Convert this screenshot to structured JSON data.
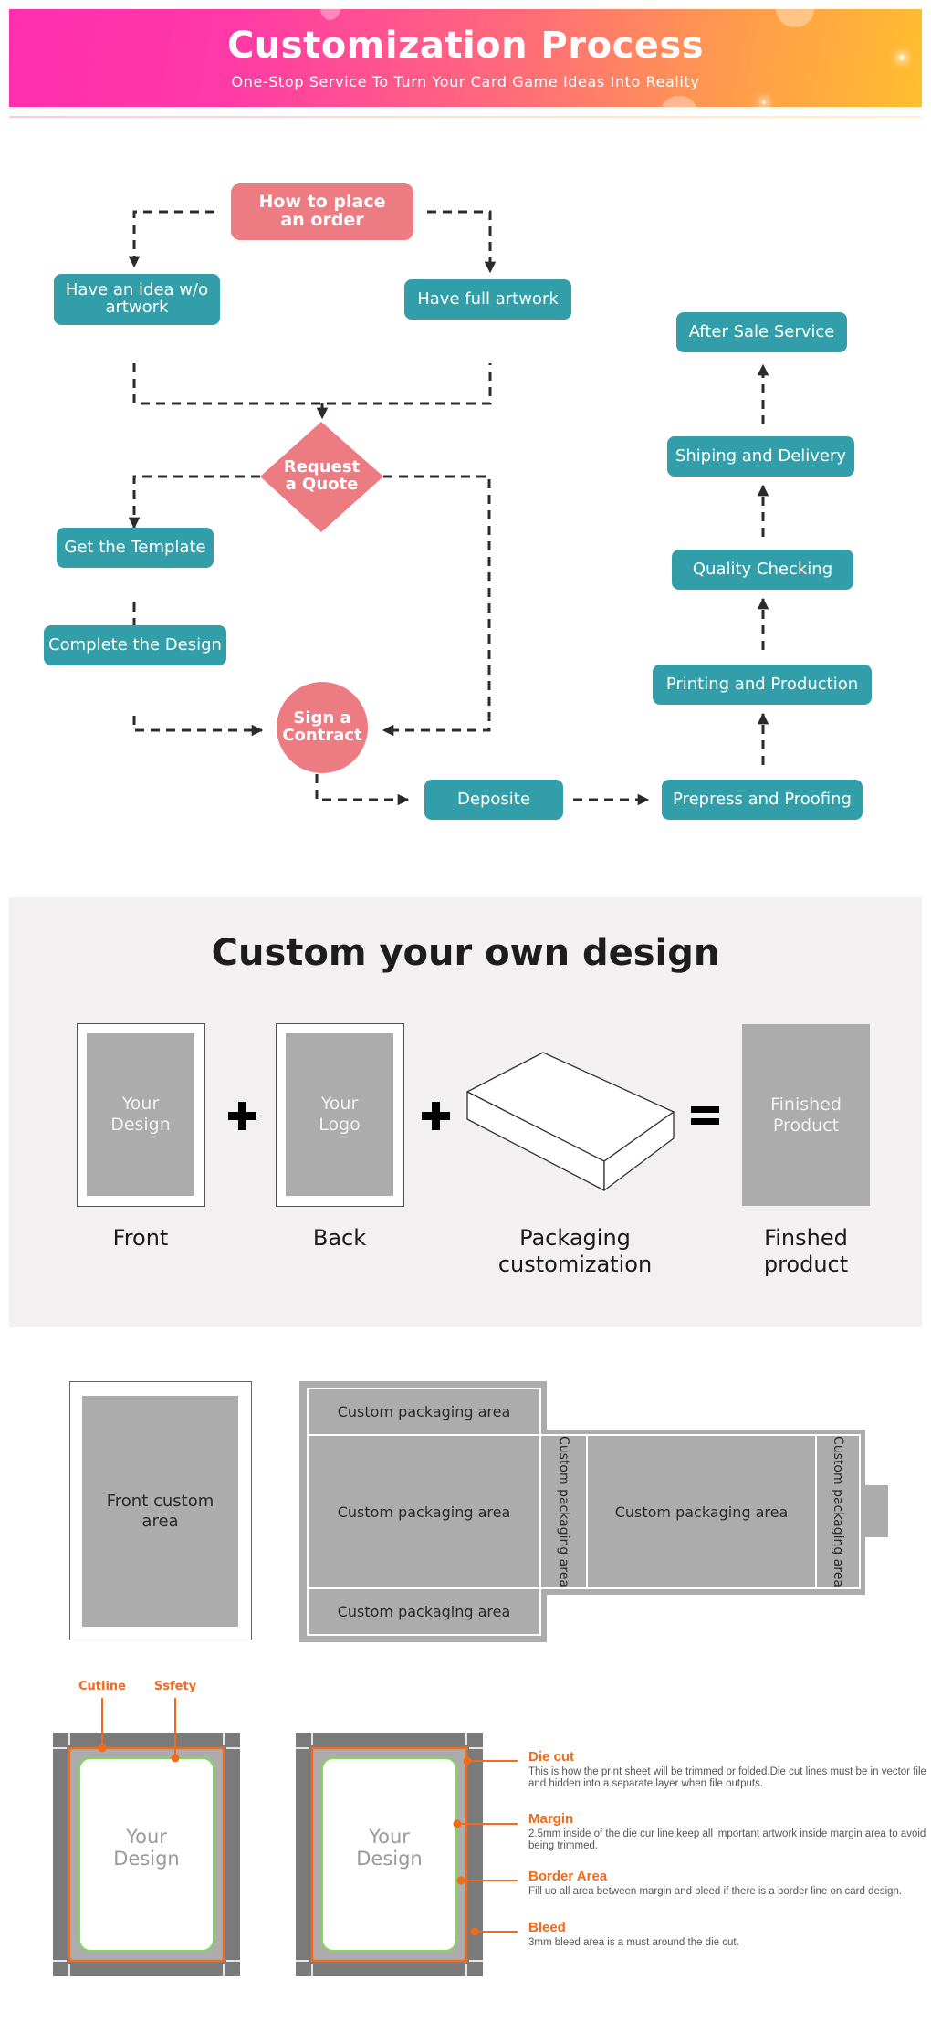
{
  "header": {
    "title": "Customization Process",
    "subtitle": "One-Stop Service To Turn Your Card Game Ideas Into Reality"
  },
  "flowchart": {
    "nodes": {
      "start": "How to place an order",
      "start_lines": [
        "How to place",
        "an order"
      ],
      "idea": [
        "Have an  idea w/o",
        "artwork"
      ],
      "artwork": "Have full  artwork",
      "quote": [
        "Request",
        "a Quote"
      ],
      "template": "Get the Template",
      "design": "Complete the Design",
      "contract": [
        "Sign a",
        "Contract"
      ],
      "deposit": "Deposite",
      "prepress": "Prepress and Proofing",
      "printing": "Printing and Production",
      "quality": "Quality Checking",
      "shipping": "Shiping  and Delivery",
      "aftersale": "After Sale Service"
    },
    "colors": {
      "teal": "#329ea9",
      "pink": "#ed7b82",
      "arrow": "#2b2b2b"
    }
  },
  "design_section": {
    "title": "Custom your own design",
    "items": [
      {
        "card_text": [
          "Your",
          "Design"
        ],
        "label": [
          "Front"
        ]
      },
      {
        "card_text": [
          "Your",
          "Logo"
        ],
        "label": [
          "Back"
        ]
      },
      {
        "card_text": [],
        "label": [
          "Packaging",
          "customization"
        ]
      },
      {
        "card_text": [
          "Finished",
          "Product"
        ],
        "label": [
          "Finshed",
          "product"
        ]
      }
    ],
    "operators": [
      "+",
      "+",
      "="
    ]
  },
  "dieline": {
    "front_area": [
      "Front custom",
      "area"
    ],
    "packaging_area": "Custom  packaging area"
  },
  "bleed_guide": {
    "top_labels": {
      "cutline": "Cutline",
      "safety": "Ssfety"
    },
    "card_text": [
      "Your",
      "Design"
    ],
    "accent": "#f26a1b",
    "safety_color": "#7ed957",
    "callouts": [
      {
        "title": "Die cut",
        "body": "This is how the print sheet will be trimmed or folded.Die cut lines must be in vector file and hidden into a separate layer when file outputs."
      },
      {
        "title": "Margin",
        "body": "2.5mm inside of the die cur line,keep all important artwork inside margin area to avoid being trimmed."
      },
      {
        "title": "Border Area",
        "body": "Fill uo all area between margin and bleed if there is a border line on card design."
      },
      {
        "title": "Bleed",
        "body": "3mm bleed area is a must around the die cut."
      }
    ]
  }
}
